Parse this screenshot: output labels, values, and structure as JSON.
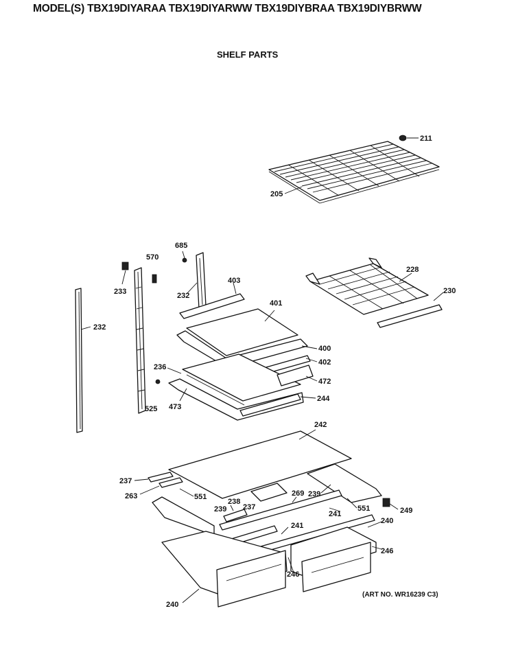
{
  "header": {
    "models": "MODEL(S) TBX19DIYARAA  TBX19DIYARWW  TBX19DIYBRAA  TBX19DIYBRWW",
    "section_title": "SHELF PARTS"
  },
  "footer": {
    "art_number": "(ART NO. WR16239 C3)"
  },
  "part_labels": {
    "p205": "205",
    "p211": "211",
    "p685": "685",
    "p570": "570",
    "p233": "233",
    "p403": "403",
    "p232a": "232",
    "p232b": "232",
    "p228": "228",
    "p230": "230",
    "p401": "401",
    "p400": "400",
    "p402": "402",
    "p236": "236",
    "p472": "472",
    "p244": "244",
    "p525": "525",
    "p473": "473",
    "p242": "242",
    "p237a": "237",
    "p263": "263",
    "p551a": "551",
    "p238": "238",
    "p239a": "239",
    "p237b": "237",
    "p269": "269",
    "p239b": "239",
    "p241a": "241",
    "p551b": "551",
    "p249": "249",
    "p240a": "240",
    "p241b": "241",
    "p246a": "246",
    "p246b": "246",
    "p240b": "240"
  }
}
